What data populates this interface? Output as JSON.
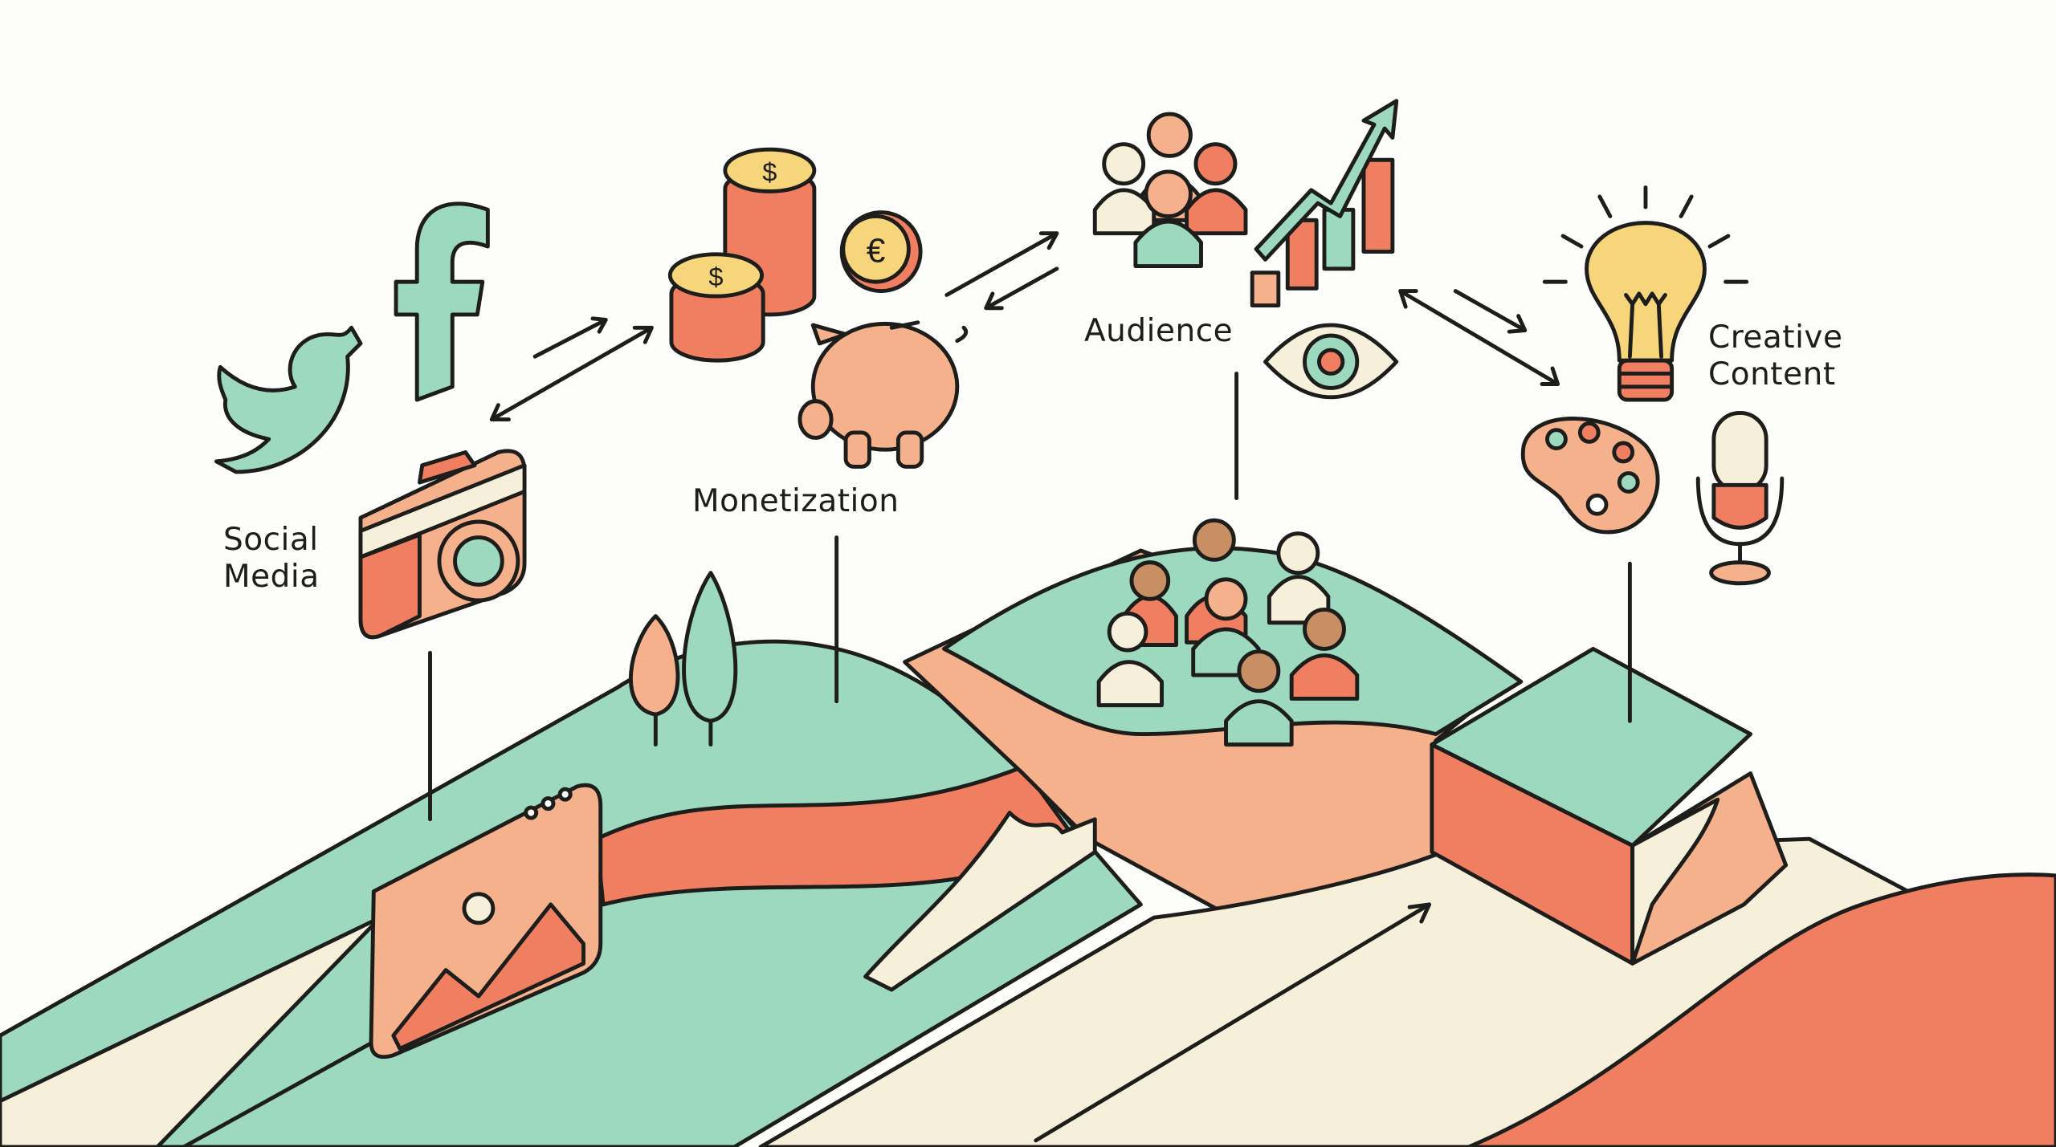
{
  "labels": {
    "social_media": [
      "Social",
      "Media"
    ],
    "monetization": "Monetization",
    "audience": "Audience",
    "creative_content": [
      "Creative",
      "Content"
    ]
  },
  "colors": {
    "green": "#9dd9bf",
    "salmon": "#f5b08c",
    "coral": "#f07f61",
    "cream": "#f6efd9",
    "yellow": "#f7d57a",
    "brown": "#c98f64",
    "outline": "#1d1d1b"
  },
  "icons": [
    "twitter-bird-icon",
    "facebook-icon",
    "camera-icon",
    "coin-stack-icon",
    "euro-coin-icon",
    "piggy-bank-icon",
    "audience-group-icon",
    "growth-chart-icon",
    "eye-icon",
    "light-bulb-icon",
    "palette-icon",
    "microphone-icon",
    "tree-icon",
    "image-frame-icon"
  ]
}
